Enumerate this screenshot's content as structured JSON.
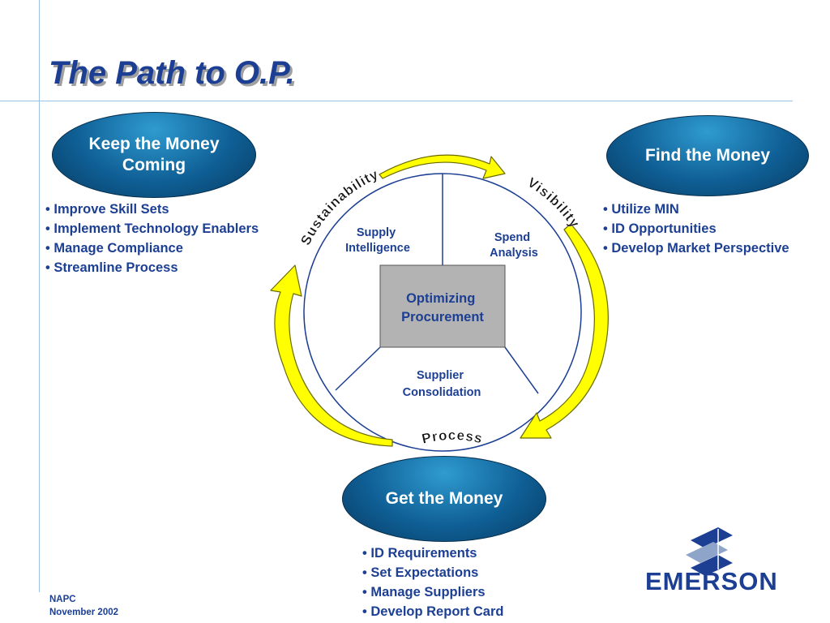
{
  "title": "The Path to O.P.",
  "center_label": [
    "Optimizing",
    "Procurement"
  ],
  "segments": {
    "supply_intelligence": [
      "Supply",
      "Intelligence"
    ],
    "spend_analysis": [
      "Spend",
      "Analysis"
    ],
    "supplier_consolidation": [
      "Supplier",
      "Consolidation"
    ]
  },
  "arrow_labels": {
    "sustainability": "Sustainability",
    "visibility": "Visibility",
    "process": "Process"
  },
  "keep_money": {
    "label": "Keep the Money Coming",
    "bullets": [
      "Improve Skill Sets",
      "Implement Technology Enablers",
      "Manage Compliance",
      "Streamline Process"
    ]
  },
  "find_money": {
    "label": "Find the Money",
    "bullets": [
      "Utilize MIN",
      "ID Opportunities",
      "Develop Market Perspective"
    ]
  },
  "get_money": {
    "label": "Get the Money",
    "bullets": [
      "ID Requirements",
      "Set Expectations",
      "Manage Suppliers",
      "Develop Report Card"
    ]
  },
  "footer": {
    "line1": "NAPC",
    "line2": "November 2002"
  },
  "logo": {
    "text": "EMERSON"
  },
  "colors": {
    "title": "#1c3f94",
    "ellipse": "#0f5f95",
    "arrow_fill": "#ffff00",
    "center_box": "#b3b3b3",
    "circle_stroke": "#1c3f94"
  }
}
